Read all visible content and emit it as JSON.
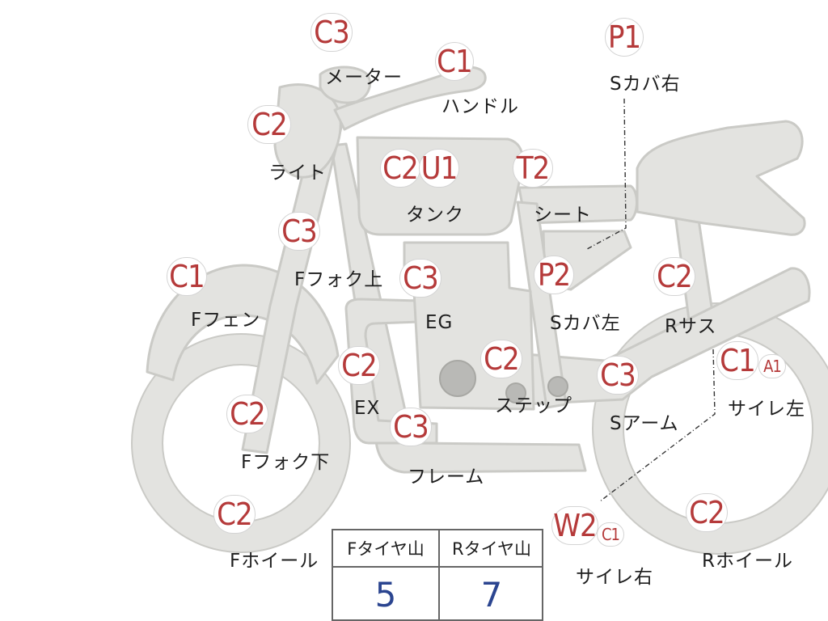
{
  "badges": {
    "meter": "C3",
    "handle": "C1",
    "s_cover_right": "P1",
    "light": "C2",
    "tank_c": "C2",
    "tank_u": "U1",
    "seat": "T2",
    "f_fork_upper": "C3",
    "f_fender": "C1",
    "engine": "C3",
    "s_cover_left": "P2",
    "r_suspension": "C2",
    "exhaust": "C2",
    "step": "C2",
    "s_arm": "C3",
    "silencer_left": "C1",
    "silencer_left_sub": "A1",
    "f_fork_lower": "C2",
    "frame": "C3",
    "f_wheel": "C2",
    "silencer_right": "W2",
    "silencer_right_sub": "C1",
    "r_wheel": "C2"
  },
  "labels": {
    "meter": "メーター",
    "handle": "ハンドル",
    "s_cover_right": "Sカバ右",
    "light": "ライト",
    "tank": "タンク",
    "seat": "シート",
    "f_fork_upper": "Fフォク上",
    "f_fender": "Fフェン",
    "engine": "EG",
    "s_cover_left": "Sカバ左",
    "r_suspension": "Rサス",
    "exhaust": "EX",
    "step": "ステップ",
    "s_arm": "Sアーム",
    "silencer_left": "サイレ左",
    "f_fork_lower": "Fフォク下",
    "frame": "フレーム",
    "f_wheel": "Fホイール",
    "silencer_right": "サイレ右",
    "r_wheel": "Rホイール"
  },
  "tire_table": {
    "headers": [
      "Fタイヤ山",
      "Rタイヤ山"
    ],
    "values": [
      "5",
      "7"
    ]
  },
  "colors": {
    "part_fill": "#e3e3e0",
    "part_stroke": "#cacac6",
    "badge_text": "#b53a3a",
    "table_value": "#2b4590"
  }
}
